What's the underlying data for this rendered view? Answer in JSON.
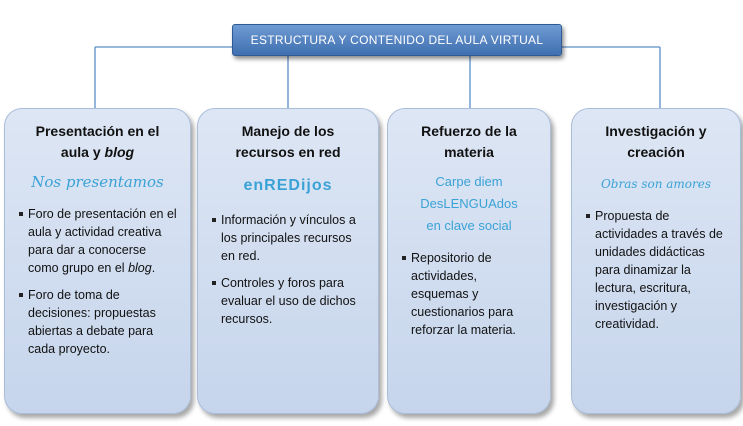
{
  "diagram": {
    "title": "ESTRUCTURA Y CONTENIDO DEL AULA VIRTUAL",
    "cards": [
      {
        "title_line1": "Presentación en el",
        "title_line2_a": "aula y ",
        "title_line2_em": "blog",
        "logo_text": "Nos presentamos",
        "bullet1_a": "Foro de presentación en el aula y actividad creativa para dar a conocerse como grupo en el ",
        "bullet1_em": "blog",
        "bullet1_b": ".",
        "bullet2": "Foro de toma de decisiones: propuestas abiertas a debate para cada proyecto."
      },
      {
        "title_line1": "Manejo de los",
        "title_line2": "recursos en red",
        "logo_text": "enREDijos",
        "bullet1": "Información y vínculos a los principales recursos en red.",
        "bullet2": "Controles y foros para evaluar el uso de dichos recursos."
      },
      {
        "title_line1": "Refuerzo de la",
        "title_line2": "materia",
        "logo_line1": "Carpe diem",
        "logo_line2": "DesLENGUAdos",
        "logo_line3": "en clave social",
        "bullet1": "Repositorio de actividades, esquemas y cuestionarios para reforzar la materia."
      },
      {
        "title_line1": "Investigación y",
        "title_line2": "creación",
        "logo_text": "Obras son amores",
        "bullet1": "Propuesta de actividades a través de unidades didácticas para dinamizar la lectura, escritura, investigación y creatividad."
      }
    ]
  },
  "colors": {
    "title_fill": "#4f7fc0",
    "card_fill": "#d3def0",
    "connector": "#5b8fc8",
    "logo_blue": "#3aa2d6"
  }
}
